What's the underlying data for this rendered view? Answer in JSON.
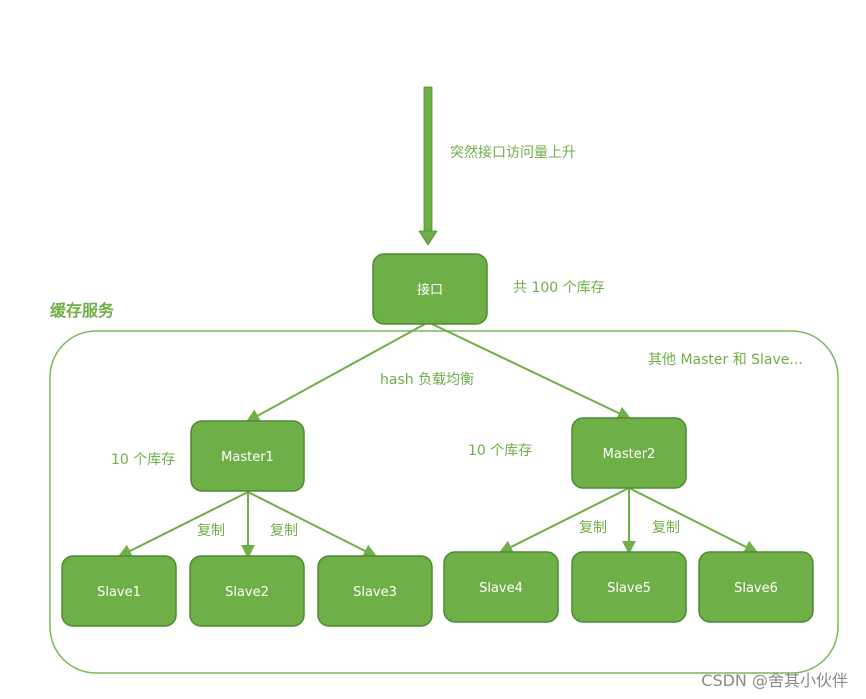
{
  "colors": {
    "node_fill": "#6faf47",
    "node_border": "#4f8a33",
    "line": "#6faf47",
    "note_text": "#6faf47",
    "footer_text": "#8a8a8a"
  },
  "diagram": {
    "input_arrow_label": "突然接口访问量上升",
    "interface": {
      "label": "接口",
      "note": "共 100 个库存"
    },
    "cache_group": {
      "title": "缓存服务",
      "others_note": "其他 Master 和 Slave..."
    },
    "balance_label": "hash 负载均衡",
    "masters": [
      {
        "label": "Master1",
        "note": "10 个库存"
      },
      {
        "label": "Master2",
        "note": "10 个库存"
      }
    ],
    "slaves": [
      {
        "label": "Slave1"
      },
      {
        "label": "Slave2"
      },
      {
        "label": "Slave3"
      },
      {
        "label": "Slave4"
      },
      {
        "label": "Slave5"
      },
      {
        "label": "Slave6"
      }
    ],
    "copy_labels": [
      "复制",
      "复制",
      "复制",
      "复制"
    ]
  },
  "footer": {
    "watermark": "CSDN @舍其小伙伴"
  }
}
